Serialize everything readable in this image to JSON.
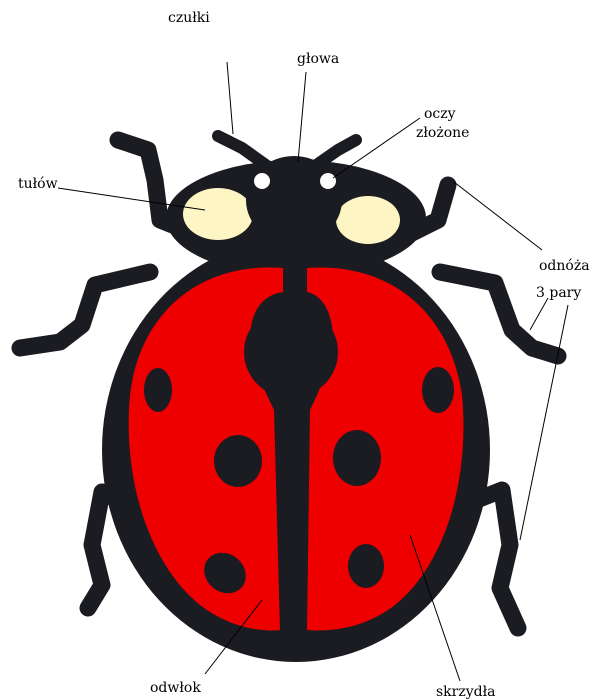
{
  "labels": {
    "czulki": "czułki",
    "glowa": "głowa",
    "oczy_line1": "oczy",
    "oczy_line2": "złożone",
    "tulow": "tułów",
    "odnoza_line1": "odnóża",
    "odnoza_line2": "3 pary",
    "odwlok": "odwłok",
    "skrzydla": "skrzydła"
  },
  "colors": {
    "body_black": "#1b1b22",
    "wing_red": "#ee0000",
    "eye_patch": "#fdf6c4",
    "eye_white": "#ffffff",
    "leader_line": "#000000"
  }
}
